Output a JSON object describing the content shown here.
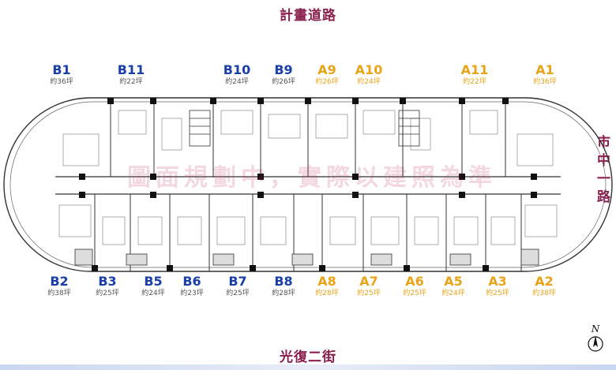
{
  "streets": {
    "top": "計畫道路",
    "bottom": "光復二街",
    "right": [
      "市",
      "中",
      "一",
      "路"
    ]
  },
  "units_top": [
    {
      "code": "B1",
      "area": "約36坪",
      "group": "B"
    },
    {
      "code": "B11",
      "area": "約22坪",
      "group": "B"
    },
    {
      "code": "B10",
      "area": "約24坪",
      "group": "B"
    },
    {
      "code": "B9",
      "area": "約26坪",
      "group": "B"
    },
    {
      "code": "A9",
      "area": "約26坪",
      "group": "A"
    },
    {
      "code": "A10",
      "area": "約24坪",
      "group": "A"
    },
    {
      "code": "A11",
      "area": "約22坪",
      "group": "A"
    },
    {
      "code": "A1",
      "area": "約36坪",
      "group": "A"
    }
  ],
  "units_bottom": [
    {
      "code": "B2",
      "area": "約38坪",
      "group": "B"
    },
    {
      "code": "B3",
      "area": "約25坪",
      "group": "B"
    },
    {
      "code": "B5",
      "area": "約24坪",
      "group": "B"
    },
    {
      "code": "B6",
      "area": "約23坪",
      "group": "B"
    },
    {
      "code": "B7",
      "area": "約25坪",
      "group": "B"
    },
    {
      "code": "B8",
      "area": "約28坪",
      "group": "B"
    },
    {
      "code": "A8",
      "area": "約28坪",
      "group": "A"
    },
    {
      "code": "A7",
      "area": "約25坪",
      "group": "A"
    },
    {
      "code": "A6",
      "area": "約25坪",
      "group": "A"
    },
    {
      "code": "A5",
      "area": "約24坪",
      "group": "A"
    },
    {
      "code": "A3",
      "area": "約25坪",
      "group": "A"
    },
    {
      "code": "A2",
      "area": "約38坪",
      "group": "A"
    }
  ],
  "watermark": "圖面規劃中，實際以建照為準",
  "north_label": "N",
  "colors": {
    "street": "#8a1f4e",
    "b_units": "#1a3fa8",
    "a_units": "#e8a317"
  }
}
